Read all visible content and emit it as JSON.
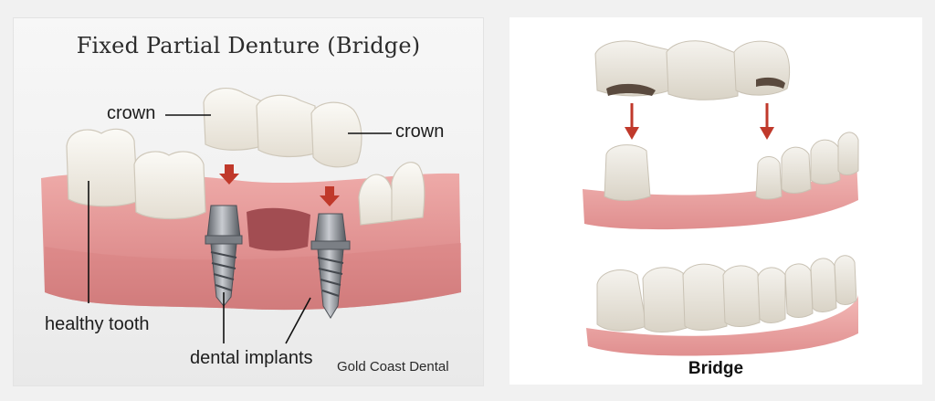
{
  "left_panel": {
    "title": "Fixed Partial Denture (Bridge)",
    "labels": {
      "crown_left": "crown",
      "crown_right": "crown",
      "healthy_tooth": "healthy tooth",
      "dental_implants": "dental implants",
      "brand": "Gold Coast Dental"
    }
  },
  "right_panel": {
    "caption": "Bridge"
  },
  "colors": {
    "gum": "#e7a1a0",
    "gum_dark": "#c86f70",
    "tooth": "#f4f1ea",
    "arrow": "#c0392b",
    "implant": "#8d9095"
  }
}
